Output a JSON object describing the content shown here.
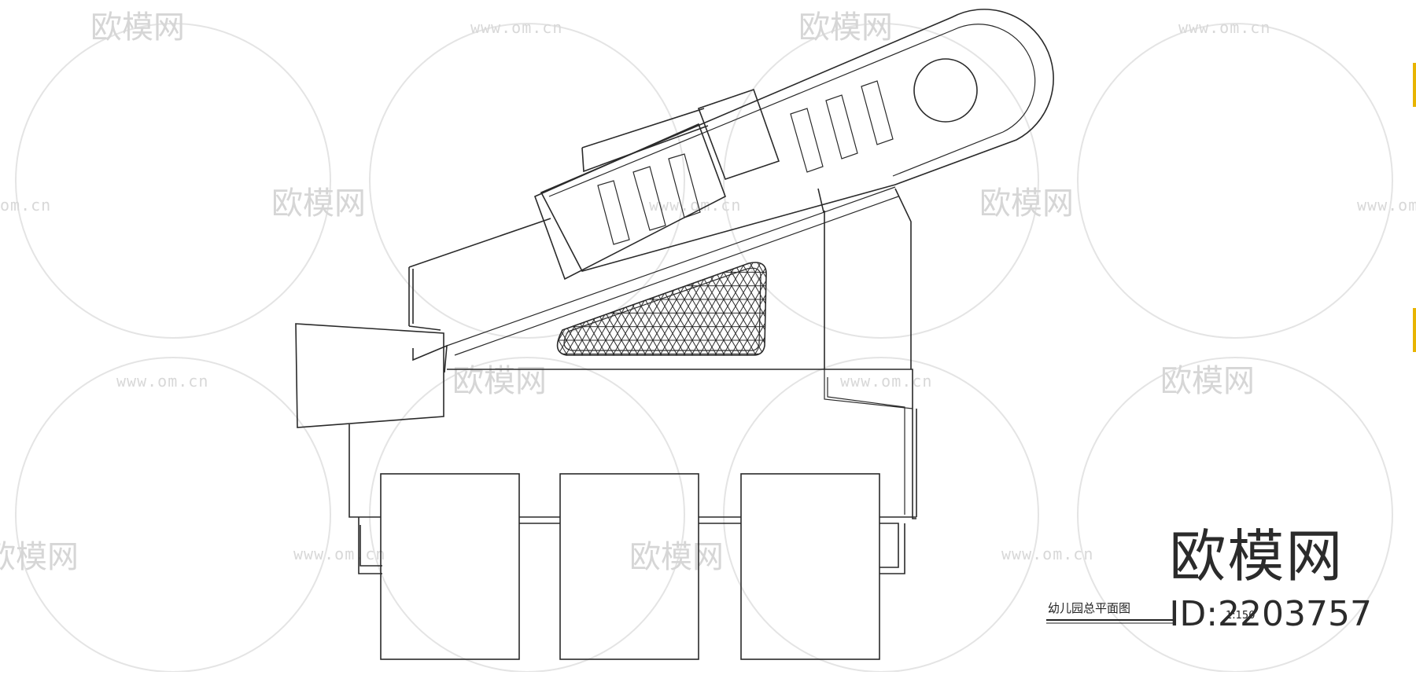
{
  "watermark": {
    "brand_text": "欧模网",
    "url_text": "www.om.cn",
    "url_text_cut": "om.cn"
  },
  "drawing": {
    "title": "幼儿园总平面图",
    "scale": "1:150"
  },
  "brand": {
    "name": "欧模网",
    "id": "ID:2203757"
  },
  "colors": {
    "line": "#2a2a2a",
    "watermark": "#d6d6d6",
    "accent_edge": "#e8b400"
  }
}
